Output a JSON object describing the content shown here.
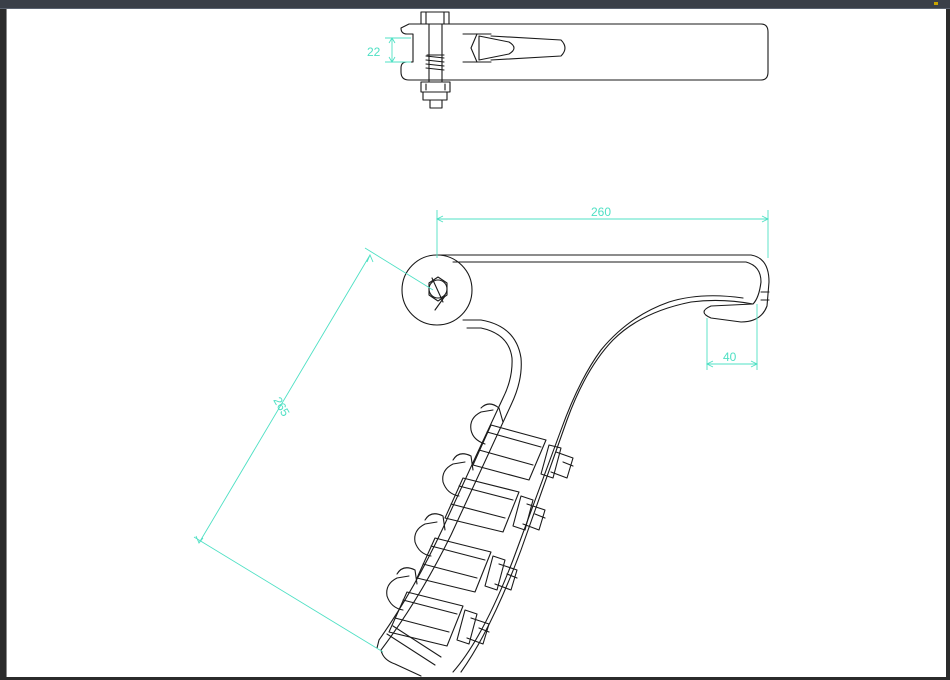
{
  "drawing": {
    "dimensions": {
      "pin_gap": "22",
      "top_width": "260",
      "clamp_length": "265",
      "hook_offset": "40"
    },
    "colors": {
      "background": "#ffffff",
      "geometry": "#1a1a1a",
      "dimension": "#4fe0c4",
      "frame": "#2b2b2b"
    }
  }
}
